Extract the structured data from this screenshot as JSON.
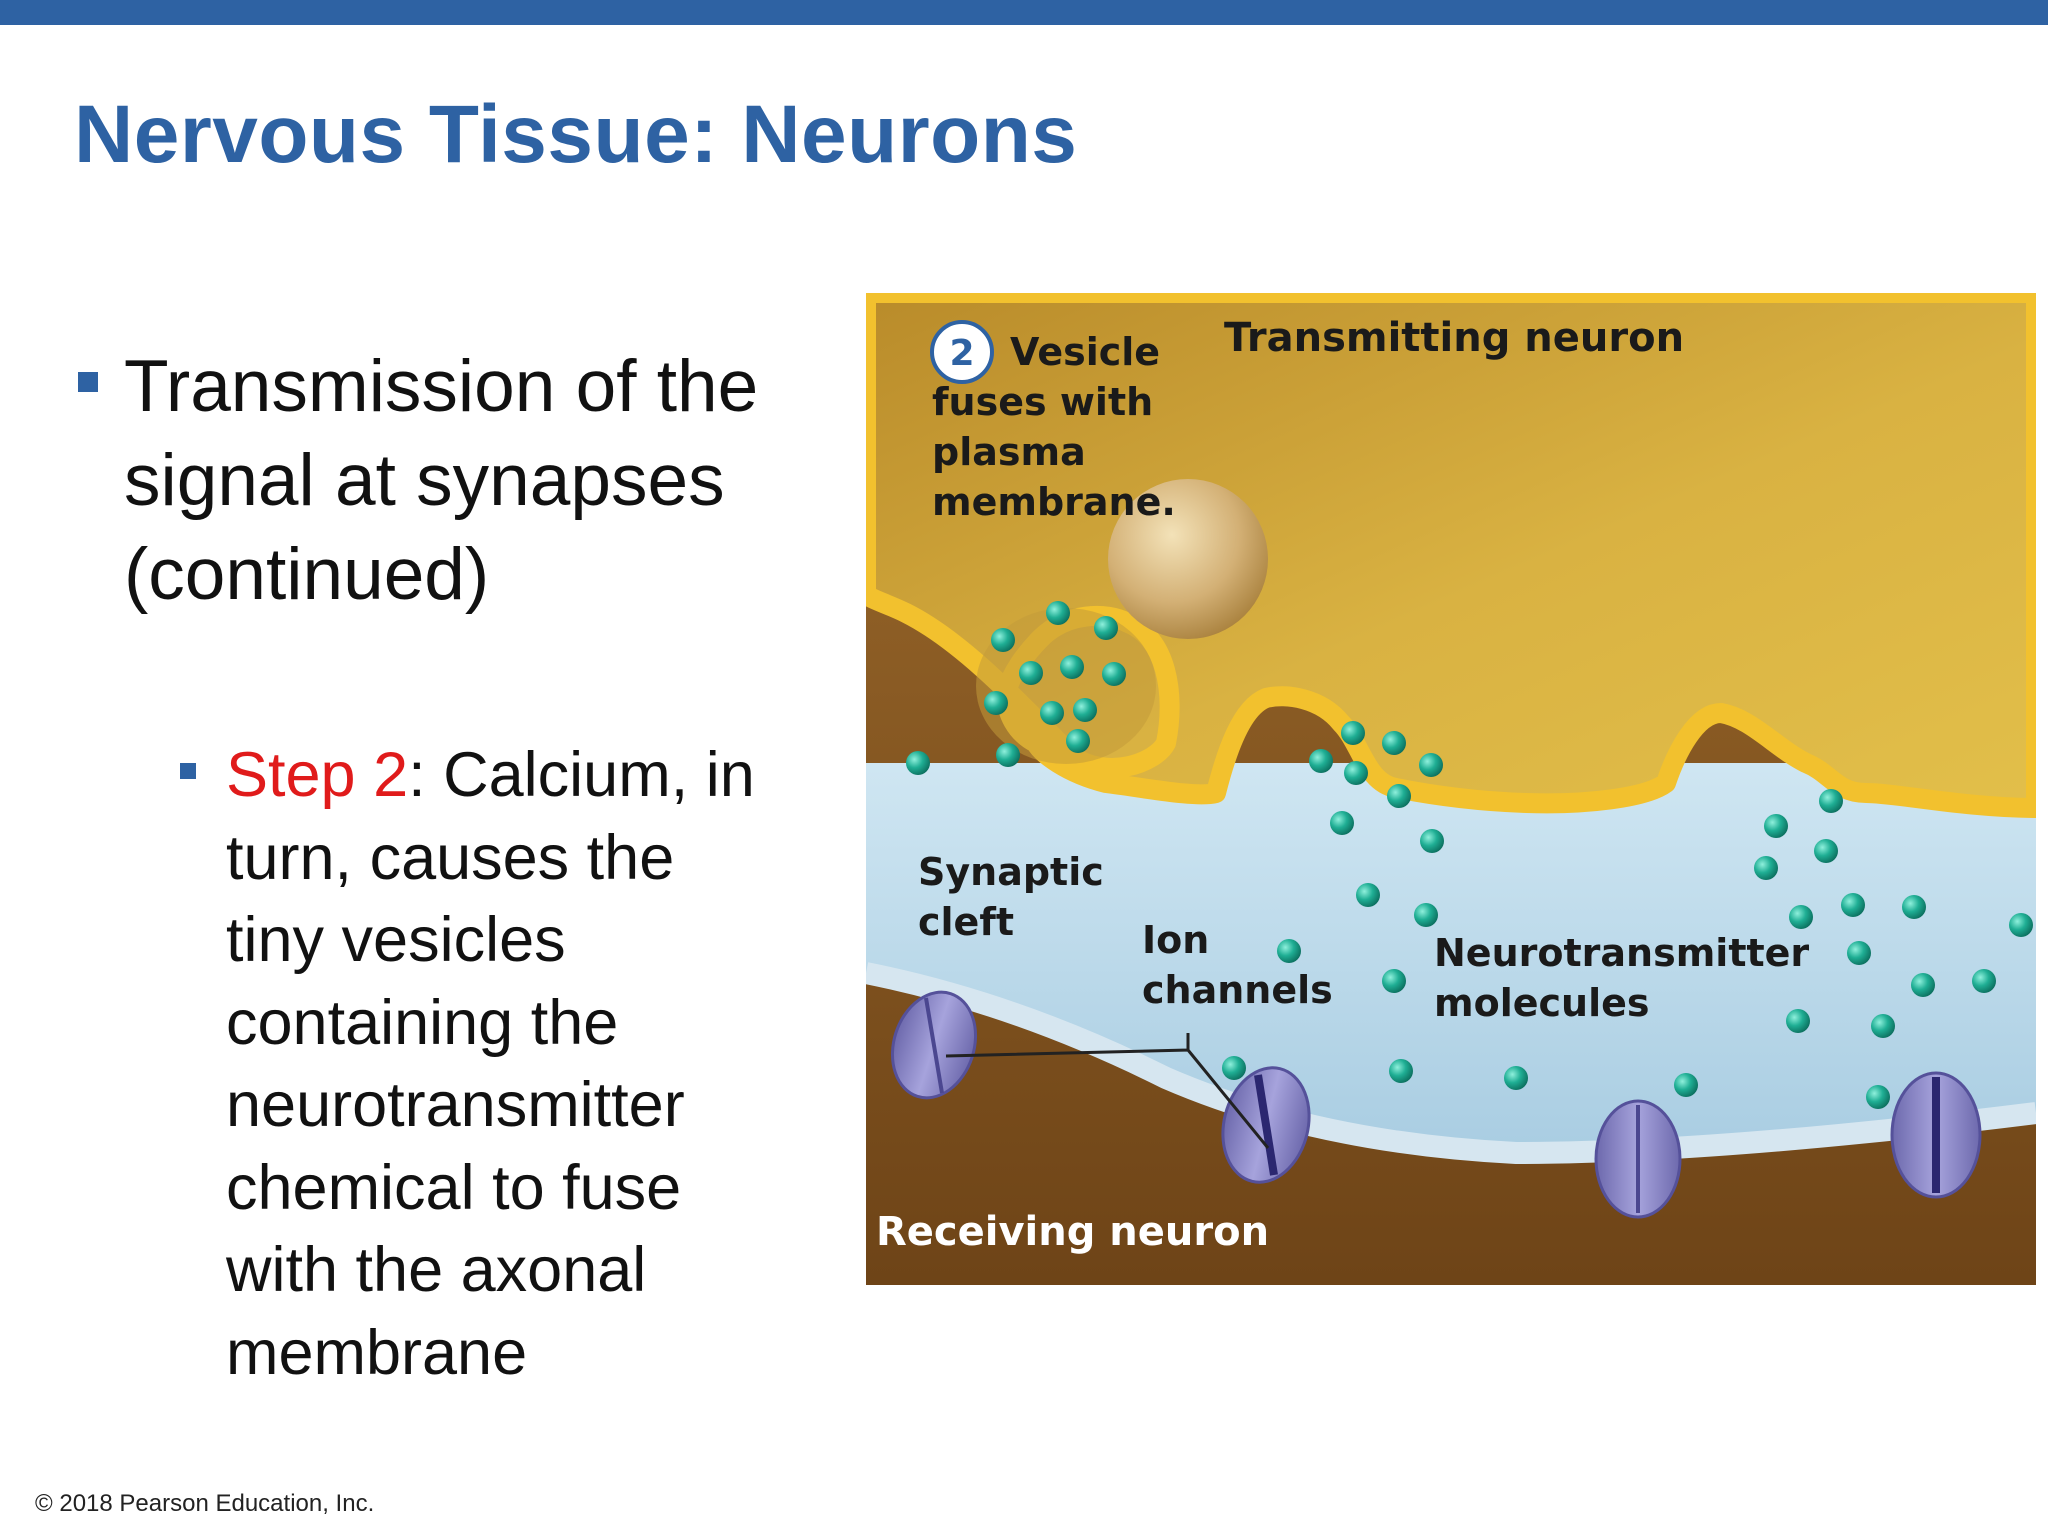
{
  "slide": {
    "title": "Nervous Tissue: Neurons",
    "bullet": "Transmission of the signal at synapses (continued)",
    "sub_bullet": {
      "label": "Step 2",
      "text": ": Calcium, in turn, causes the tiny vesicles containing the neurotransmitter chemical to fuse with the axonal membrane"
    },
    "copyright": "© 2018 Pearson Education, Inc."
  },
  "figure": {
    "step_number": "2",
    "step_caption": [
      "Vesicle",
      "fuses with",
      "plasma",
      "membrane."
    ],
    "transmitting_label": "Transmitting neuron",
    "receiving_label": "Receiving neuron",
    "synaptic_cleft_label": [
      "Synaptic",
      "cleft"
    ],
    "ion_channels_label": [
      "Ion",
      "channels"
    ],
    "neurotransmitter_label": [
      "Neurotransmitter",
      "molecules"
    ]
  },
  "colors": {
    "theme_blue": "#2e62a3",
    "step_red": "#e01b1b",
    "transmitting_fill": "#c9a23a",
    "membrane_yellow": "#f2c12e",
    "cleft_fill": "#bcd9ea",
    "receiving_fill": "#8a5a24",
    "channel_purple": "#8a86c4",
    "molecule_teal": "#1aa58e"
  }
}
